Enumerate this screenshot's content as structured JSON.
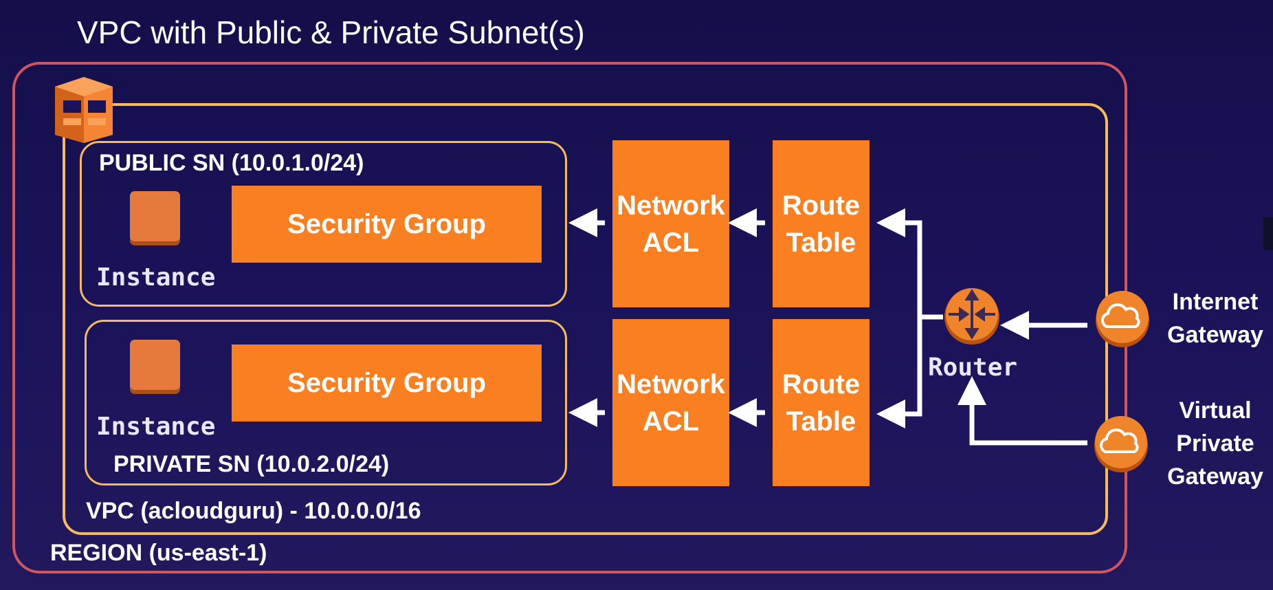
{
  "title": "VPC with Public & Private Subnet(s)",
  "region": {
    "label": "REGION (us-east-1)"
  },
  "vpc": {
    "label": "VPC (acloudguru) - 10.0.0.0/16",
    "icon": "vpc-icon"
  },
  "public_subnet": {
    "label": "PUBLIC SN (10.0.1.0/24)",
    "instance_label": "Instance",
    "security_group": "Security Group",
    "network_acl": "Network\nACL",
    "route_table": "Route\nTable"
  },
  "private_subnet": {
    "label": "PRIVATE SN (10.0.2.0/24)",
    "instance_label": "Instance",
    "security_group": "Security Group",
    "network_acl": "Network\nACL",
    "route_table": "Route\nTable"
  },
  "router": {
    "label": "Router",
    "icon": "router-icon"
  },
  "internet_gateway": {
    "label": "Internet\nGateway",
    "icon": "cloud-icon"
  },
  "virtual_private_gateway": {
    "label": "Virtual\nPrivate\nGateway",
    "icon": "cloud-icon"
  },
  "colors": {
    "background": "#1b135a",
    "region_border": "#d0565c",
    "vpc_border": "#f6bb5a",
    "aws_orange": "#f97f20",
    "arrow": "#ffffff"
  }
}
